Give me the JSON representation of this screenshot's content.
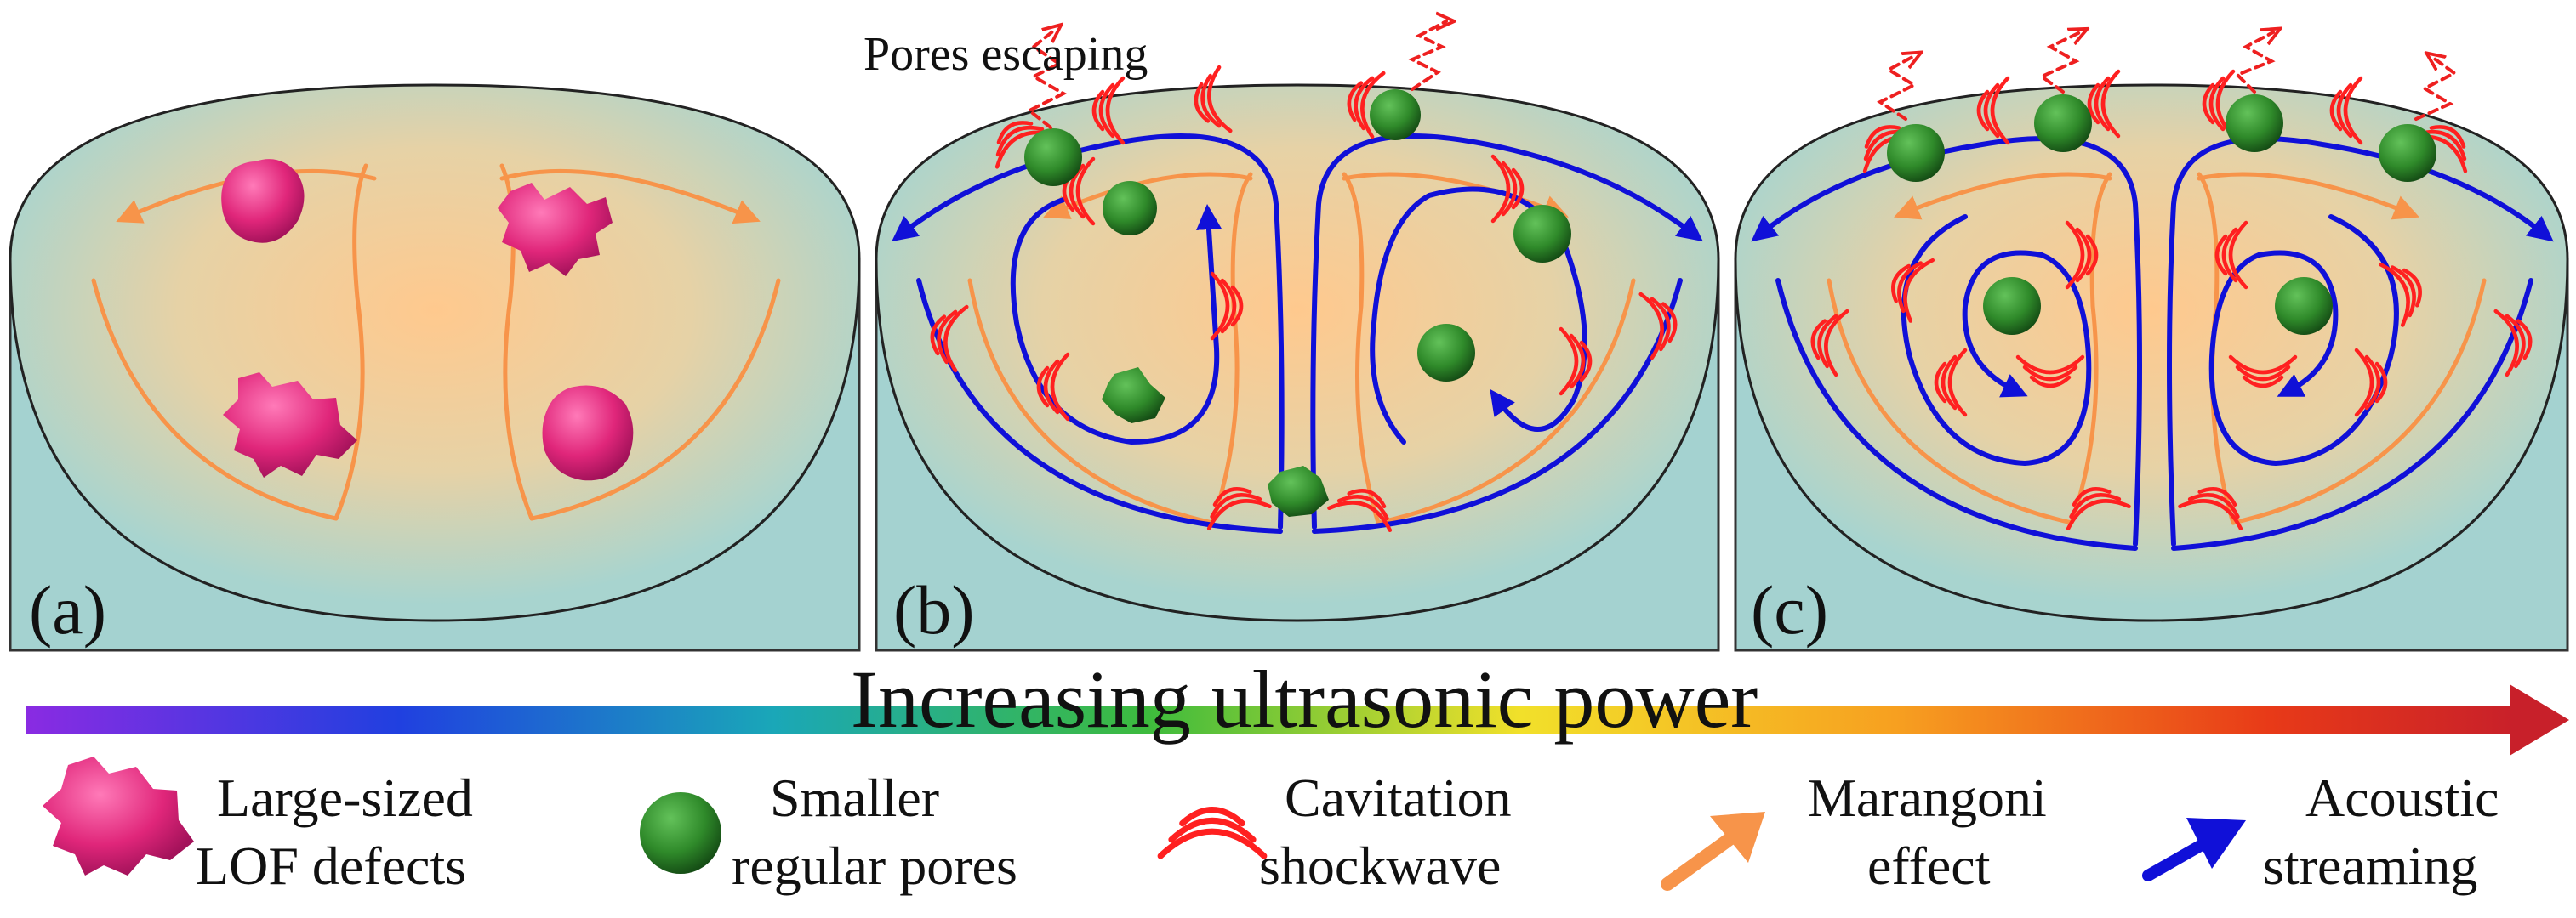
{
  "panels": [
    {
      "id": "a",
      "label": "(a)"
    },
    {
      "id": "b",
      "label": "(b)"
    },
    {
      "id": "c",
      "label": "(c)"
    }
  ],
  "annotation": {
    "pores_escaping": "Pores escaping"
  },
  "power_bar": {
    "label": "Increasing ultrasonic power"
  },
  "legend": {
    "lof": {
      "line1": "Large-sized",
      "line2": "LOF defects"
    },
    "pores": {
      "line1": "Smaller",
      "line2": "regular pores"
    },
    "cavitation": {
      "line1": "Cavitation",
      "line2": "shockwave"
    },
    "marangoni": {
      "line1": "Marangoni",
      "line2": "effect"
    },
    "acoustic": {
      "line1": "Acoustic",
      "line2": "streaming"
    }
  },
  "colors": {
    "substrate": "#a4d2d0",
    "melt_glow": "#ffc98e",
    "marangoni": "#f7944a",
    "acoustic": "#1010d8",
    "cavitation": "#ff2020",
    "lof_defect": "#e0267a",
    "pore": "#2f8a2a"
  }
}
